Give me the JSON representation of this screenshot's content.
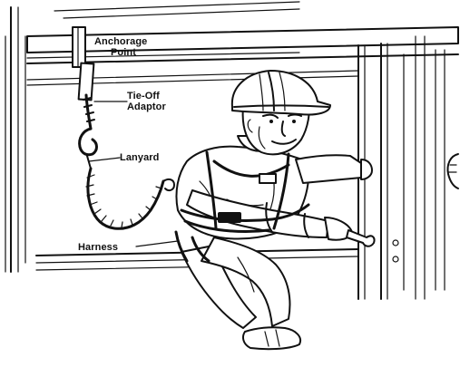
{
  "labels": {
    "anchorage_line1": "Anchorage",
    "anchorage_line2": "Point",
    "tieoff_line1": "Tie-Off",
    "tieoff_line2": "Adaptor",
    "lanyard": "Lanyard",
    "harness": "Harness"
  },
  "colors": {
    "ink": "#111111",
    "paper": "#ffffff"
  }
}
